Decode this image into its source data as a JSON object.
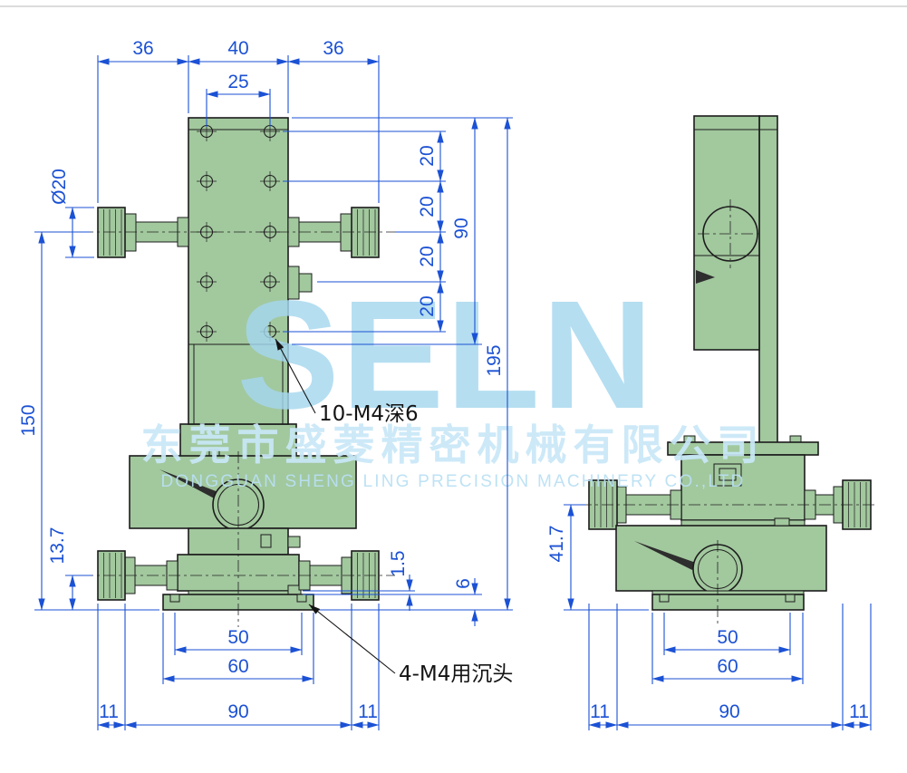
{
  "colors": {
    "part-green": "#a2c89e",
    "dim-blue": "#1b51d4",
    "line-dark": "#1c1c1c",
    "watermark-blue": "#a5d7ef"
  },
  "watermark": {
    "logo": "SELN",
    "company_cn": "东莞市盛菱精密机械有限公司",
    "company_en": "DONGGUAN SHENG LING PRECISION MACHINERY CO.,LTD"
  },
  "front": {
    "top_dims": [
      "36",
      "40",
      "36"
    ],
    "hole_span": "25",
    "knob_dia": "Ø20",
    "pitch": [
      "20",
      "20",
      "20",
      "20"
    ],
    "carriage_height": "90",
    "total_height": "195",
    "axis_height": "150",
    "base_axis": "13.7",
    "gap": "1.5",
    "base_thk": "6",
    "bottom": [
      "50",
      "60",
      "11",
      "90",
      "11"
    ],
    "label_holes": "10-M4深6",
    "label_cbore": "4-M4用沉头"
  },
  "side": {
    "axis_height": "41.7",
    "bottom": [
      "50",
      "60",
      "11",
      "90",
      "11"
    ]
  }
}
